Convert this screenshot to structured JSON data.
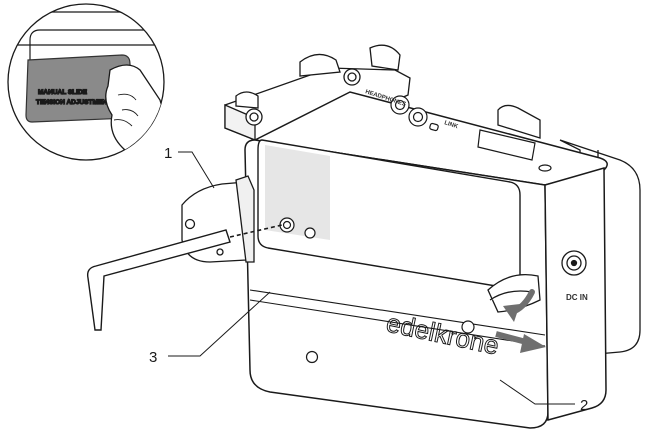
{
  "product": {
    "brand": "edelkrone",
    "port_label": "DC IN",
    "top_label_left": "HEADPHONES",
    "top_label_mid": "LINK",
    "inset_sticker_line1": "MANUAL SLIDE",
    "inset_sticker_line2": "TENSION ADJUSTMENT"
  },
  "callouts": [
    {
      "number": "1"
    },
    {
      "number": "2"
    },
    {
      "number": "3"
    }
  ],
  "colors": {
    "line": "#1a1a1a",
    "body_fill": "#ffffff",
    "sticker": "#8a8a8a",
    "shadow": "#e6e6e6"
  }
}
